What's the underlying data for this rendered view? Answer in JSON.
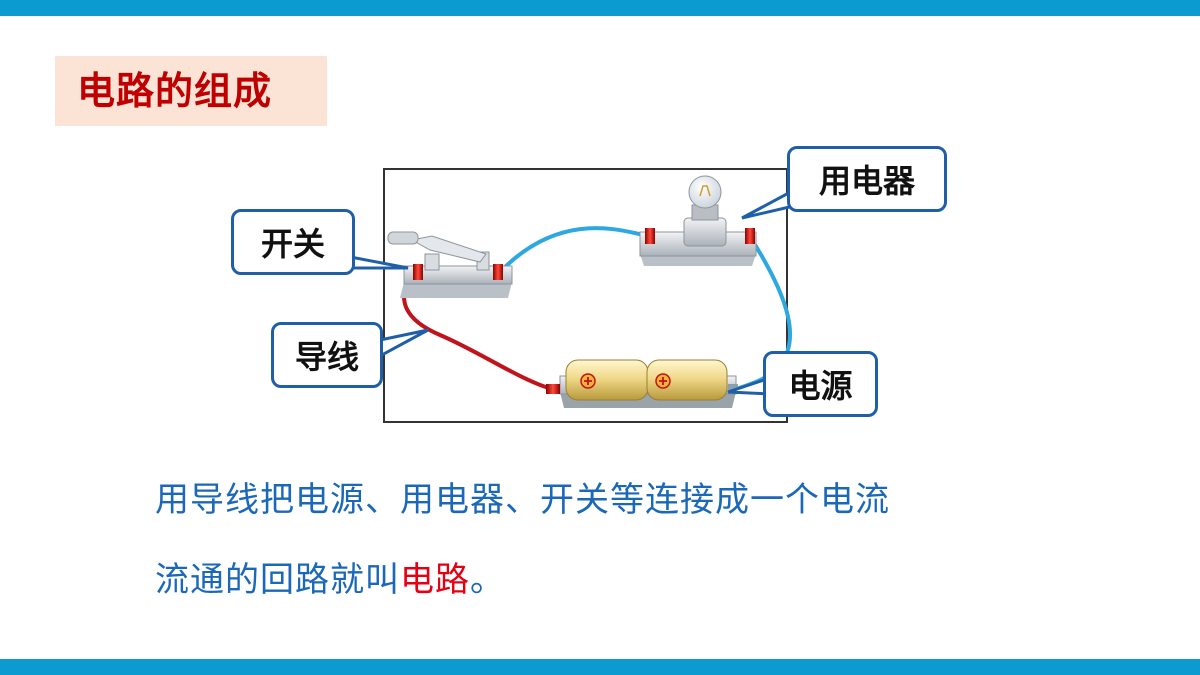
{
  "title": "电路的组成",
  "labels": {
    "switch": "开关",
    "wire": "导线",
    "appliance": "用电器",
    "source": "电源"
  },
  "definition": {
    "line1": "用导线把电源、用电器、开关等连接成一个电流",
    "line2_prefix": "流通的回路就叫",
    "highlight": "电路",
    "line2_suffix": "。"
  },
  "colors": {
    "accent_bar": "#0b9bd1",
    "title_bg": "#fbe3d6",
    "title_text": "#c00000",
    "callout_border": "#1f5fa8",
    "body_text": "#1c68b8",
    "highlight": "#e60012",
    "wire_blue": "#2ea8e0",
    "wire_red": "#c0141c"
  },
  "icons": [
    "knife-switch-icon",
    "light-bulb-icon",
    "battery-pack-icon",
    "binding-post-icon"
  ]
}
